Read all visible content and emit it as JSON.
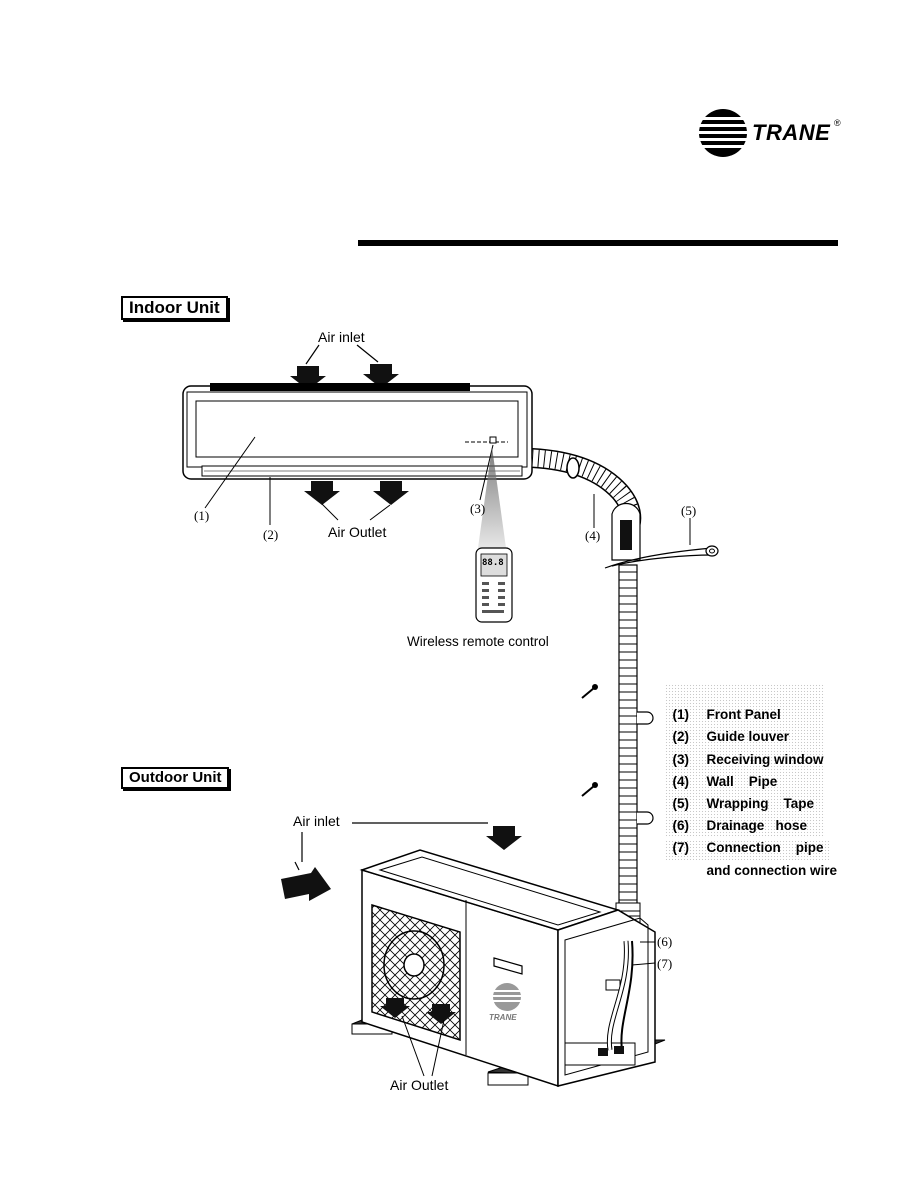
{
  "brand": {
    "name": "TRANE",
    "registered": "®"
  },
  "sections": {
    "indoor": "Indoor Unit",
    "outdoor": "Outdoor Unit"
  },
  "labels": {
    "indoor_air_inlet": "Air inlet",
    "indoor_air_outlet": "Air Outlet",
    "remote": "Wireless remote control",
    "outdoor_air_inlet": "Air inlet",
    "outdoor_air_outlet": "Air Outlet",
    "outdoor_brand": "TRANE"
  },
  "callouts": {
    "c1": "(1)",
    "c2": "(2)",
    "c3": "(3)",
    "c4": "(4)",
    "c5": "(5)",
    "c6": "(6)",
    "c7": "(7)"
  },
  "legend": [
    {
      "num": "(1)",
      "text": "Front Panel"
    },
    {
      "num": "(2)",
      "text": "Guide louver"
    },
    {
      "num": "(3)",
      "text": "Receiving window"
    },
    {
      "num": "(4)",
      "text": "Wall    Pipe"
    },
    {
      "num": "(5)",
      "text": "Wrapping    Tape"
    },
    {
      "num": "(6)",
      "text": "Drainage   hose"
    },
    {
      "num": "(7)",
      "text": "Connection    pipe"
    },
    {
      "num": "",
      "text": "and connection wire"
    }
  ],
  "remote_display": "88.8"
}
